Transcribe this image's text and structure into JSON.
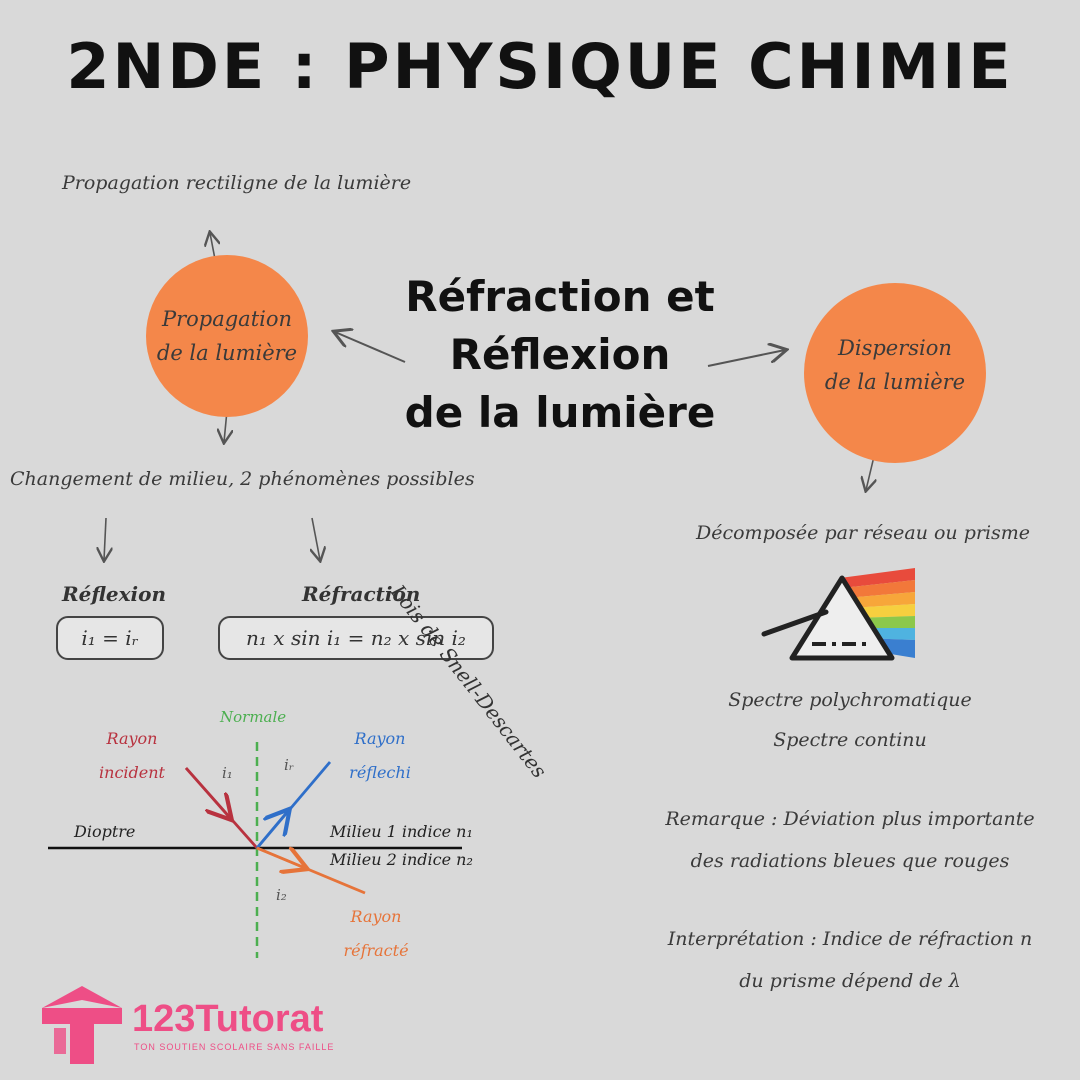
{
  "title": "2NDE : PHYSIQUE CHIMIE",
  "center_title": [
    "Réfraction et",
    "Réflexion",
    "de la lumière"
  ],
  "propagation": {
    "circle_lines": [
      "Propagation",
      "de la lumière"
    ],
    "top_note": "Propagation rectiligne de la lumière",
    "bottom_note": "Changement de milieu, 2 phénomènes possibles"
  },
  "reflexion": {
    "heading": "Réflexion",
    "formula": "i₁ = iᵣ"
  },
  "refraction": {
    "heading": "Réfraction",
    "formula": "n₁ x sin i₁ = n₂ x sin i₂"
  },
  "snell_label": "Lois de Snell-Descartes",
  "dispersion": {
    "circle_lines": [
      "Dispersion",
      "de la lumière"
    ],
    "decomposition": "Décomposée par réseau ou prisme",
    "spectre": [
      "Spectre polychromatique",
      "Spectre continu"
    ],
    "remarque": [
      "Remarque : Déviation plus importante",
      "des radiations bleues que rouges"
    ],
    "interpretation": [
      "Interprétation : Indice de réfraction n",
      "du prisme dépend de λ"
    ]
  },
  "ray_diagram": {
    "normale": "Normale",
    "rayon_incident": [
      "Rayon",
      "incident"
    ],
    "rayon_reflechi": [
      "Rayon",
      "réflechi"
    ],
    "rayon_refracte": [
      "Rayon",
      "réfracté"
    ],
    "dioptre": "Dioptre",
    "milieu1": "Milieu 1 indice n₁",
    "milieu2": "Milieu 2 indice n₂",
    "angle_i1": "i₁",
    "angle_ir": "iᵣ",
    "angle_i2": "i₂"
  },
  "logo": {
    "name": "123Tutorat",
    "tagline": "TON SOUTIEN SCOLAIRE SANS FAILLE"
  },
  "colors": {
    "background": "#d9d9d9",
    "circle": "#f4874a",
    "incident": "#b8323f",
    "reflected": "#2f6fc9",
    "refracted": "#e6743a",
    "normal": "#4caf50",
    "logo": "#ee4e86"
  }
}
